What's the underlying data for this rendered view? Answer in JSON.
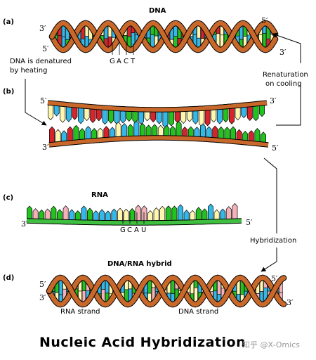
{
  "panels": {
    "a": {
      "letter": "(a)",
      "heading": "DNA",
      "end_top_left": "3′",
      "end_bottom_left": "5′",
      "end_top_right": "5′",
      "end_bottom_right": "3′",
      "bases": [
        "G",
        "A",
        "C",
        "T"
      ]
    },
    "b": {
      "letter": "(b)",
      "end_top_left": "5′",
      "end_top_right": "3′",
      "end_bottom_left": "3′",
      "end_bottom_right": "5′"
    },
    "c": {
      "letter": "(c)",
      "heading": "RNA",
      "end_left": "3′",
      "end_right": "5′",
      "bases": [
        "G",
        "C",
        "A",
        "U"
      ]
    },
    "d": {
      "letter": "(d)",
      "heading": "DNA/RNA hybrid",
      "end_top_left": "5′",
      "end_bottom_left": "3′",
      "end_top_right": "5′",
      "end_bottom_right": "3′",
      "left_strand": "RNA strand",
      "right_strand": "DNA strand"
    }
  },
  "arrows": {
    "denature": [
      "DNA is denatured",
      "by heating"
    ],
    "renature": [
      "Renaturation",
      "on cooling"
    ],
    "hybridize": "Hybridization"
  },
  "title": "Nucleic Acid Hybridization",
  "watermark": "知乎 @X-Omics",
  "colors": {
    "backbone": "#c8682a",
    "rna_backbone": "#3fbf3f",
    "base_green": "#22c21f",
    "base_cyan": "#33b8e8",
    "base_red": "#d8232a",
    "base_yellow": "#fff7b0",
    "base_pink": "#f4b2b8"
  }
}
